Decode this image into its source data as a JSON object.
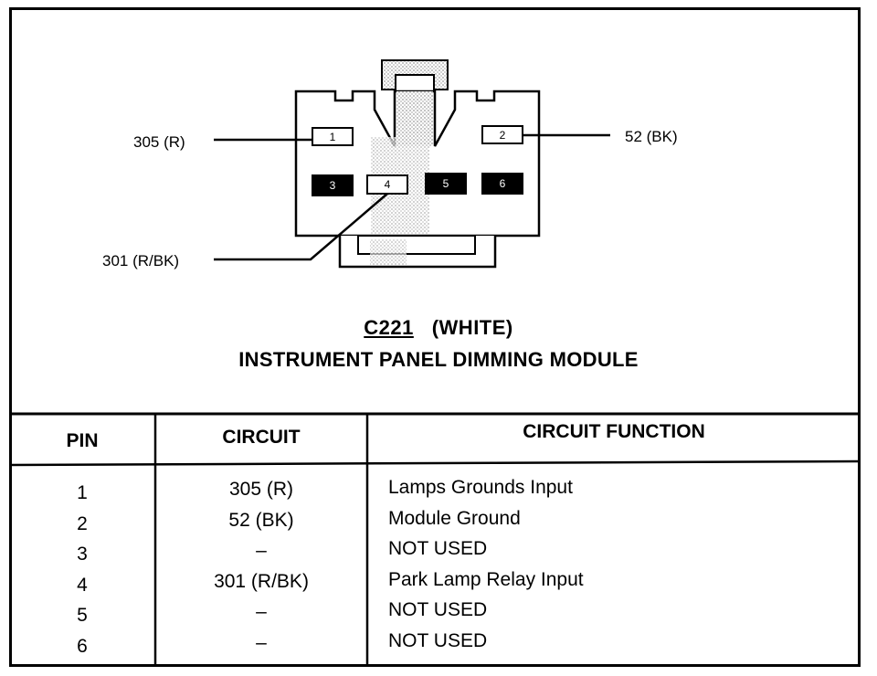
{
  "connector": {
    "id": "C221",
    "color_label": "(WHITE)",
    "module_name": "INSTRUMENT PANEL DIMMING MODULE",
    "pins_shown": [
      "1",
      "2",
      "3",
      "4",
      "5",
      "6"
    ],
    "wire_labels": {
      "pin1": "305 (R)",
      "pin2": "52 (BK)",
      "pin4": "301 (R/BK)"
    }
  },
  "table": {
    "headers": [
      "PIN",
      "CIRCUIT",
      "CIRCUIT FUNCTION"
    ],
    "rows": [
      {
        "pin": "1",
        "circuit": "305 (R)",
        "function": "Lamps Grounds Input"
      },
      {
        "pin": "2",
        "circuit": "52 (BK)",
        "function": "Module Ground"
      },
      {
        "pin": "3",
        "circuit": "–",
        "function": "NOT USED"
      },
      {
        "pin": "4",
        "circuit": "301 (R/BK)",
        "function": "Park Lamp Relay Input"
      },
      {
        "pin": "5",
        "circuit": "–",
        "function": "NOT USED"
      },
      {
        "pin": "6",
        "circuit": "–",
        "function": "NOT USED"
      }
    ]
  },
  "colors": {
    "line": "#000000",
    "background": "#ffffff",
    "shading": "#cfcfcf"
  }
}
